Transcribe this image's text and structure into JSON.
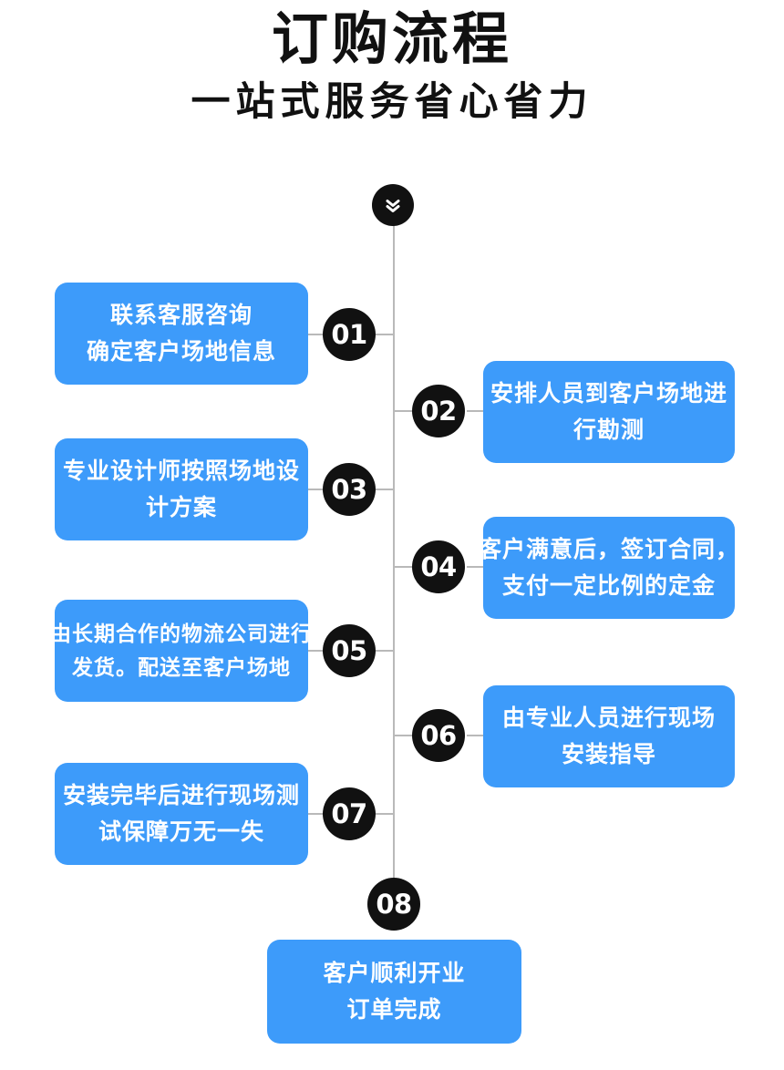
{
  "header": {
    "title": "订购流程",
    "subtitle": "一站式服务省心省力"
  },
  "theme": {
    "box_color": "#3d9bfa",
    "badge_color": "#111111",
    "line_color": "#b9b9b9",
    "background": "#ffffff",
    "box_text_color": "#ffffff"
  },
  "flow": {
    "top_icon": "chevron-double-down-icon",
    "steps": [
      {
        "number": "01",
        "side": "left",
        "lines": [
          "联系客服咨询",
          "确定客户场地信息"
        ]
      },
      {
        "number": "02",
        "side": "right",
        "lines": [
          "安排人员到客户场地进",
          "行勘测"
        ]
      },
      {
        "number": "03",
        "side": "left",
        "lines": [
          "专业设计师按照场地设",
          "计方案"
        ]
      },
      {
        "number": "04",
        "side": "right",
        "lines": [
          "客户满意后，签订合同，",
          "支付一定比例的定金"
        ]
      },
      {
        "number": "05",
        "side": "left",
        "lines": [
          "由长期合作的物流公司进行",
          "发货。配送至客户场地"
        ]
      },
      {
        "number": "06",
        "side": "right",
        "lines": [
          "由专业人员进行现场",
          "安装指导"
        ]
      },
      {
        "number": "07",
        "side": "left",
        "lines": [
          "安装完毕后进行现场测",
          "试保障万无一失"
        ]
      },
      {
        "number": "08",
        "side": "bottom",
        "lines": [
          "客户顺利开业",
          "订单完成"
        ]
      }
    ]
  }
}
